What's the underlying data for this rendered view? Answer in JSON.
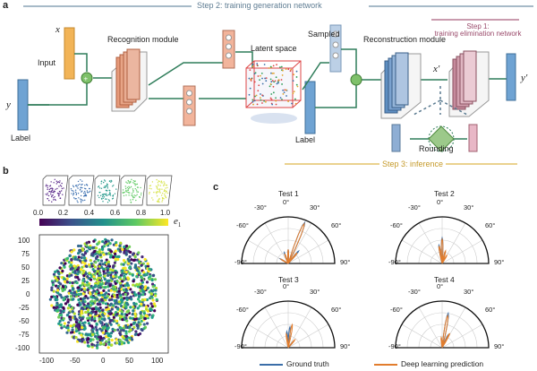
{
  "panel_labels": {
    "a": "a",
    "b": "b",
    "c": "c"
  },
  "steps": {
    "step1_line1": "Step 1:",
    "step1_line2": "training elimination network",
    "step2": "Step 2: training generation network",
    "step3": "Step 3: inference"
  },
  "module_labels": {
    "recognition": "Recognition module",
    "latent": "Latent space",
    "sampled": "Sampled",
    "reconstruction": "Reconstruction module",
    "rounding": "Rounding",
    "input": "Input",
    "label_left": "Label",
    "label_right": "Label"
  },
  "symbols": {
    "x": "x",
    "y": "y",
    "x_prime": "x′",
    "y_prime": "y′"
  },
  "colors": {
    "step1": "#9a4a6b",
    "step2": "#5f7d93",
    "step3": "#c59a2a",
    "ground_truth": "#3a6ea8",
    "prediction": "#e27d2d",
    "arrow_green": "#2f7d5a"
  },
  "colorbar": {
    "ticks": [
      "0.0",
      "0.2",
      "0.4",
      "0.6",
      "0.8",
      "1.0"
    ],
    "label": "e",
    "label_sub": "1"
  },
  "scatter": {
    "xticks": [
      "-100",
      "-50",
      "0",
      "50",
      "100"
    ],
    "yticks": [
      "100",
      "75",
      "50",
      "25",
      "0",
      "-25",
      "-50",
      "-75",
      "-100"
    ]
  },
  "polar": {
    "tests": [
      "Test 1",
      "Test 2",
      "Test 3",
      "Test 4"
    ],
    "angle_ticks": [
      "-90°",
      "-60°",
      "-30°",
      "0°",
      "30°",
      "60°",
      "90°"
    ]
  },
  "legend": {
    "ground_truth": "Ground truth",
    "prediction": "Deep learning prediction"
  }
}
